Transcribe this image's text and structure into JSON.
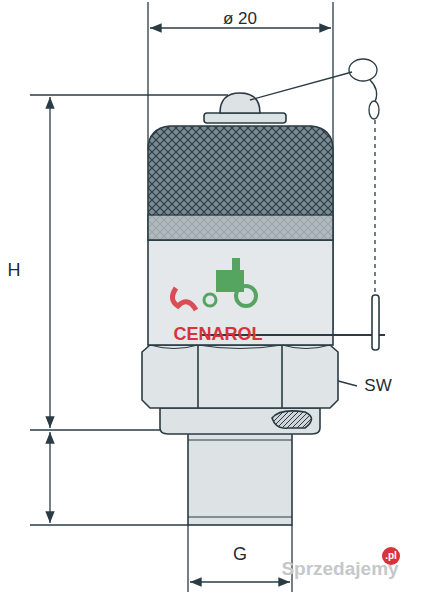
{
  "diagram": {
    "labels": [
      "ø 20",
      "H",
      "SW",
      "G",
      "CENAROL",
      "Sprzedajemy",
      ".pl"
    ]
  }
}
